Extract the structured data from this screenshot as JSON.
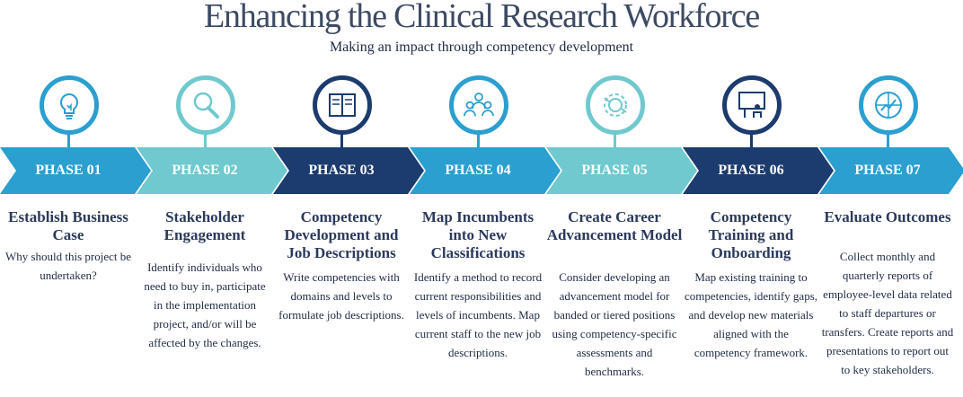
{
  "title": "Enhancing the Clinical Research Workforce",
  "subtitle": "Making an impact through competency development",
  "phases": [
    {
      "label": "PHASE 01",
      "heading": "Establish Business Case",
      "description": "Why should this project be undertaken?",
      "color": "#2b9fcf",
      "icon": "lightbulb-icon"
    },
    {
      "label": "PHASE 02",
      "heading": "Stakeholder Engagement",
      "description": "Identify individuals who need to buy in, participate in the implementation project, and/or will be affected by the changes.",
      "color": "#6fc9ce",
      "icon": "magnifier-icon"
    },
    {
      "label": "PHASE 03",
      "heading": "Competency Development and Job Descriptions",
      "description": "Write competencies with domains and levels to formulate job descriptions.",
      "color": "#1c3b6e",
      "icon": "book-icon"
    },
    {
      "label": "PHASE 04",
      "heading": "Map Incumbents into New Classifications",
      "description": "Identify a method to record current responsibilities and levels of incumbents. Map current staff to the new job descriptions.",
      "color": "#2b9fcf",
      "icon": "people-icon"
    },
    {
      "label": "PHASE 05",
      "heading": "Create Career Advancement Model",
      "description": "Consider developing an advancement model for banded or tiered positions using competency-specific assessments and benchmarks.",
      "color": "#6fc9ce",
      "icon": "gear-icon"
    },
    {
      "label": "PHASE 06",
      "heading": "Competency Training and Onboarding",
      "description": "Map existing training to competencies, identify gaps, and develop new materials aligned with the competency framework.",
      "color": "#1c3b6e",
      "icon": "presenter-icon"
    },
    {
      "label": "PHASE 07",
      "heading": "Evaluate Outcomes",
      "description": "Collect monthly and quarterly reports of employee-level data related to staff departures or transfers. Create reports and presentations to report out to key stakeholders.",
      "color": "#2b9fcf",
      "icon": "chart-icon"
    }
  ]
}
